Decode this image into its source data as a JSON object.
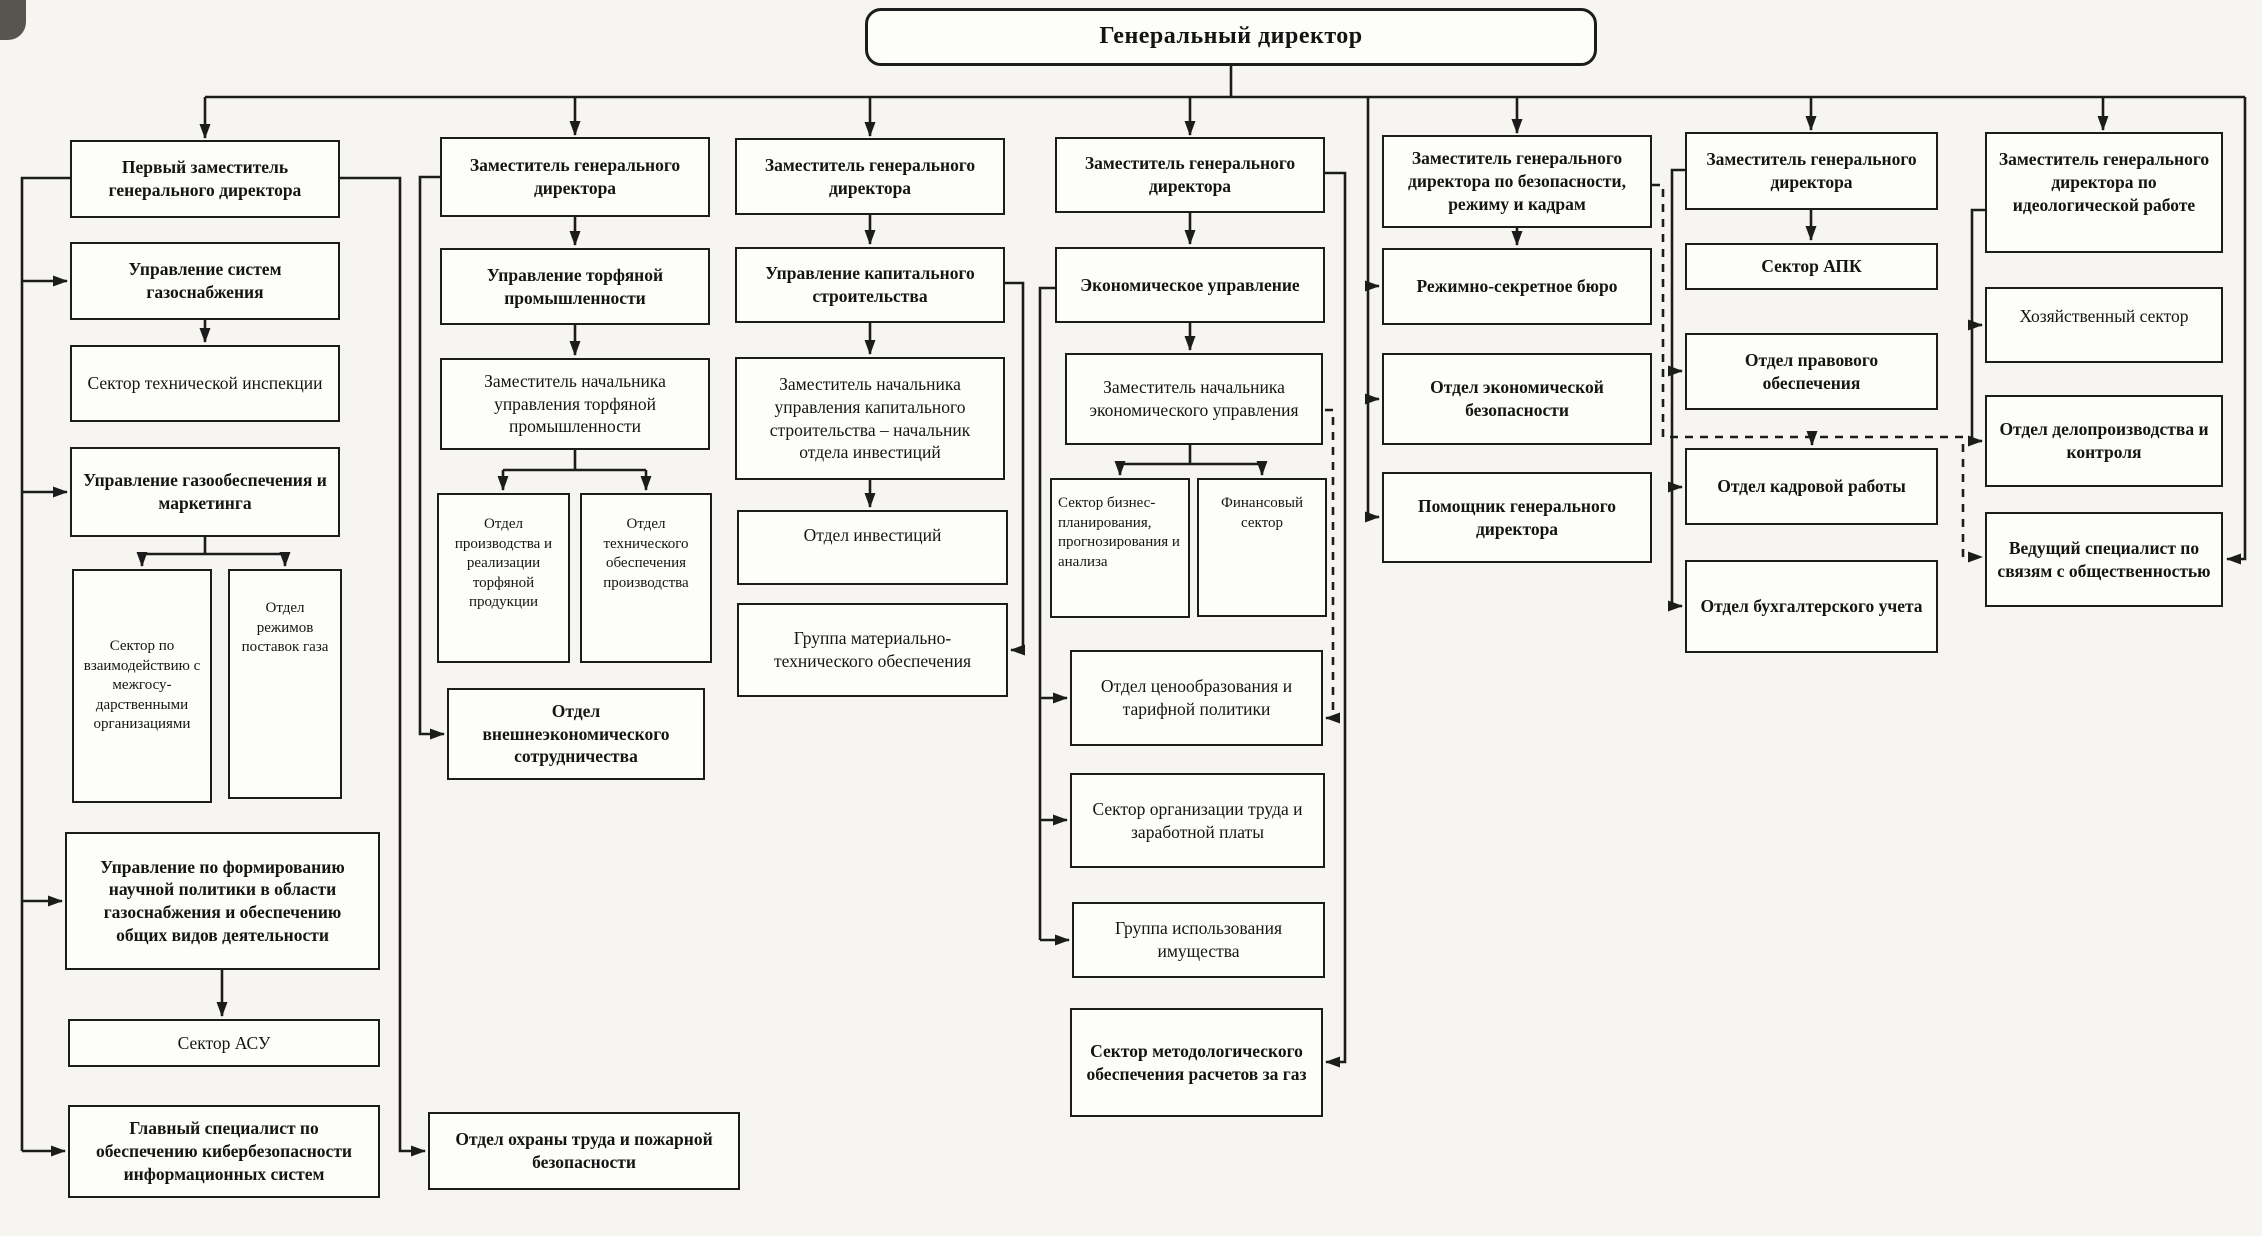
{
  "meta": {
    "background_color": "#f7f5f1",
    "line_color": "#1c1c1c",
    "box_fill_color": "#fdfdfa",
    "text_color": "#141414"
  },
  "root": {
    "label": "Генеральный директор"
  },
  "boxes": {
    "c1a": {
      "label": "Первый заместитель генерального директора"
    },
    "c1b": {
      "label": "Управление систем газоснабжения"
    },
    "c1c": {
      "label": "Сектор технической инспекции"
    },
    "c1d": {
      "label": "Управление газообеспечения и маркетинга"
    },
    "c1s1": {
      "label": "Сектор по взаимодействию с межгосу­дарственными организациями"
    },
    "c1s2": {
      "label": "Отдел режимов поставок газа"
    },
    "c1e": {
      "label": "Управление по формированию научной политики в области газоснабжения и обеспечению общих видов деятельности"
    },
    "c1f": {
      "label": "Сектор АСУ"
    },
    "c1g": {
      "label": "Главный специалист по обеспечению кибербезопасности информационных систем"
    },
    "ohr": {
      "label": "Отдел охраны труда и пожарной безопасности"
    },
    "c2a": {
      "label": "Заместитель генерального директора"
    },
    "c2b": {
      "label": "Управление торфяной промышленности"
    },
    "c2c": {
      "label": "Заместитель начальника управления торфяной промышленности"
    },
    "c2s1": {
      "label": "Отдел производства и реализации торфяной продукции"
    },
    "c2s2": {
      "label": "Отдел технического обеспечения производства"
    },
    "c2d": {
      "label": "Отдел внешнеэкономического сотрудничества"
    },
    "c3a": {
      "label": "Заместитель генерального директора"
    },
    "c3b": {
      "label": "Управление капитального строительства"
    },
    "c3c": {
      "label": "Заместитель начальника управления капитального строительства – начальник отдела инвестиций"
    },
    "c3d": {
      "label": "Отдел инвестиций"
    },
    "c3e": {
      "label": "Группа материально-технического обеспечения"
    },
    "c4a": {
      "label": "Заместитель генерального директора"
    },
    "c4b": {
      "label": "Экономическое управление"
    },
    "c4c": {
      "label": "Заместитель начальника экономического управления"
    },
    "c4s1": {
      "label": "Сектор бизнес-планирования, прогнозирова­ния и анализа"
    },
    "c4s2": {
      "label": "Финансовый сектор"
    },
    "c4d": {
      "label": "Отдел ценообразования и тарифной политики"
    },
    "c4e": {
      "label": "Сектор организации труда и заработной платы"
    },
    "c4f": {
      "label": "Группа использования имущества"
    },
    "c4g": {
      "label": "Сектор методологического обеспечения расчетов за газ"
    },
    "c5a": {
      "label": "Заместитель генерального директора по безопасности, режиму и кадрам"
    },
    "c5b": {
      "label": "Режимно-секретное бюро"
    },
    "c5c": {
      "label": "Отдел экономической безопасности"
    },
    "c5d": {
      "label": "Помощник генерального директора"
    },
    "c6a": {
      "label": "Заместитель генерального директора"
    },
    "c6b": {
      "label": "Сектор АПК"
    },
    "c6c": {
      "label": "Отдел правового обеспечения"
    },
    "c6d": {
      "label": "Отдел кадровой работы"
    },
    "c6e": {
      "label": "Отдел бухгалтерского учета"
    },
    "c7a": {
      "label": "Заместитель генерального директора по идеологической работе"
    },
    "c7b": {
      "label": "Хозяйственный сектор"
    },
    "c7c": {
      "label": "Отдел делопроизводства и контроля"
    },
    "c7d": {
      "label": "Ведущий специалист по связям с общественностью"
    }
  }
}
